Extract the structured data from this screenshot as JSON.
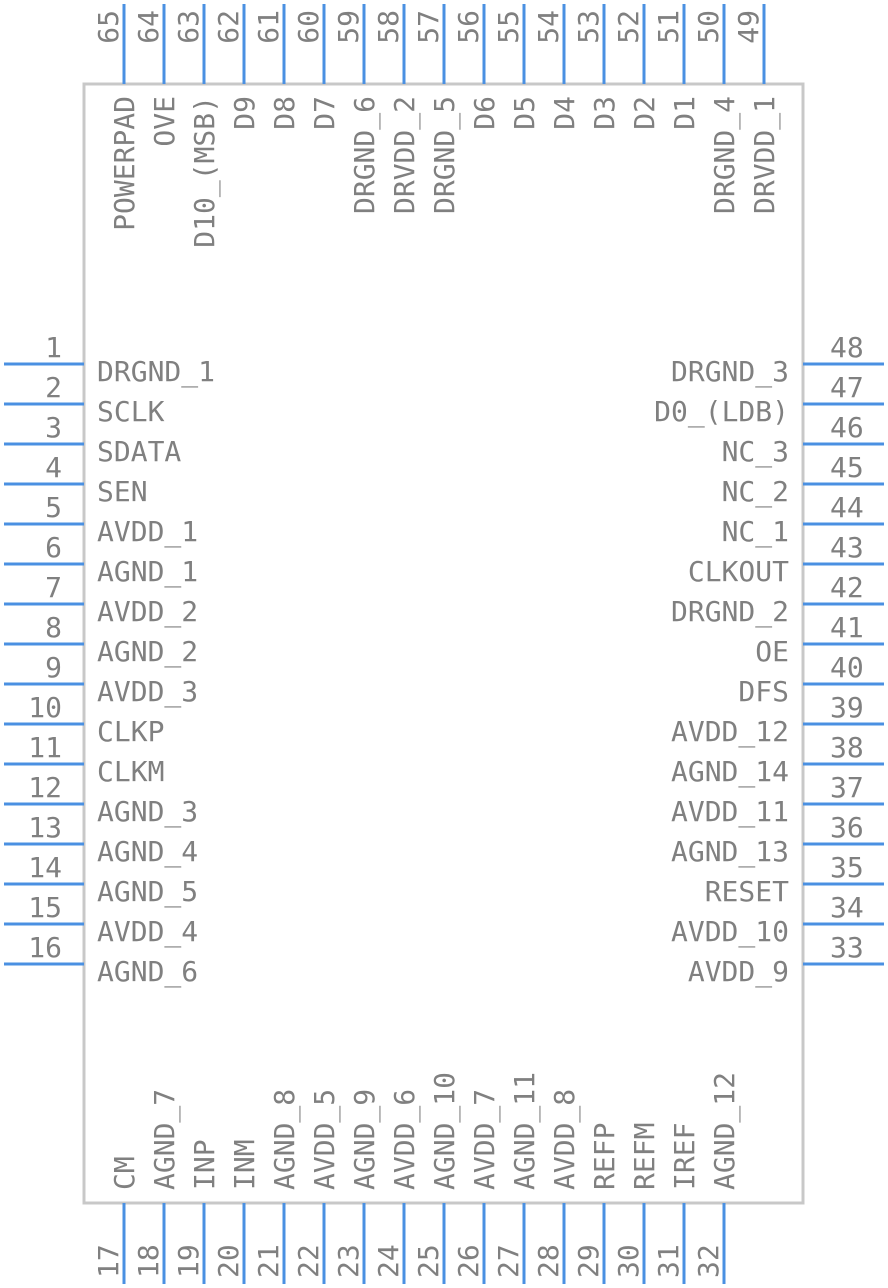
{
  "colors": {
    "pin": "#4a90e2",
    "text": "#808080",
    "body_outline": "#c8c8c8",
    "background": "#ffffff"
  },
  "left_pins": [
    {
      "num": "1",
      "name": "DRGND_1"
    },
    {
      "num": "2",
      "name": "SCLK"
    },
    {
      "num": "3",
      "name": "SDATA"
    },
    {
      "num": "4",
      "name": "SEN"
    },
    {
      "num": "5",
      "name": "AVDD_1"
    },
    {
      "num": "6",
      "name": "AGND_1"
    },
    {
      "num": "7",
      "name": "AVDD_2"
    },
    {
      "num": "8",
      "name": "AGND_2"
    },
    {
      "num": "9",
      "name": "AVDD_3"
    },
    {
      "num": "10",
      "name": "CLKP"
    },
    {
      "num": "11",
      "name": "CLKM"
    },
    {
      "num": "12",
      "name": "AGND_3"
    },
    {
      "num": "13",
      "name": "AGND_4"
    },
    {
      "num": "14",
      "name": "AGND_5"
    },
    {
      "num": "15",
      "name": "AVDD_4"
    },
    {
      "num": "16",
      "name": "AGND_6"
    }
  ],
  "bottom_pins": [
    {
      "num": "17",
      "name": "CM"
    },
    {
      "num": "18",
      "name": "AGND_7"
    },
    {
      "num": "19",
      "name": "INP"
    },
    {
      "num": "20",
      "name": "INM"
    },
    {
      "num": "21",
      "name": "AGND_8"
    },
    {
      "num": "22",
      "name": "AVDD_5"
    },
    {
      "num": "23",
      "name": "AGND_9"
    },
    {
      "num": "24",
      "name": "AVDD_6"
    },
    {
      "num": "25",
      "name": "AGND_10"
    },
    {
      "num": "26",
      "name": "AVDD_7"
    },
    {
      "num": "27",
      "name": "AGND_11"
    },
    {
      "num": "28",
      "name": "AVDD_8"
    },
    {
      "num": "29",
      "name": "REFP"
    },
    {
      "num": "30",
      "name": "REFM"
    },
    {
      "num": "31",
      "name": "IREF"
    },
    {
      "num": "32",
      "name": "AGND_12"
    }
  ],
  "right_pins": [
    {
      "num": "33",
      "name": "AVDD_9"
    },
    {
      "num": "34",
      "name": "AVDD_10"
    },
    {
      "num": "35",
      "name": "RESET"
    },
    {
      "num": "36",
      "name": "AGND_13"
    },
    {
      "num": "37",
      "name": "AVDD_11"
    },
    {
      "num": "38",
      "name": "AGND_14"
    },
    {
      "num": "39",
      "name": "AVDD_12"
    },
    {
      "num": "40",
      "name": "DFS"
    },
    {
      "num": "41",
      "name": "OE"
    },
    {
      "num": "42",
      "name": "DRGND_2"
    },
    {
      "num": "43",
      "name": "CLKOUT"
    },
    {
      "num": "44",
      "name": "NC_1"
    },
    {
      "num": "45",
      "name": "NC_2"
    },
    {
      "num": "46",
      "name": "NC_3"
    },
    {
      "num": "47",
      "name": "D0_(LDB)"
    },
    {
      "num": "48",
      "name": "DRGND_3"
    }
  ],
  "top_pins": [
    {
      "num": "49",
      "name": "DRVDD_1"
    },
    {
      "num": "50",
      "name": "DRGND_4"
    },
    {
      "num": "51",
      "name": "D1"
    },
    {
      "num": "52",
      "name": "D2"
    },
    {
      "num": "53",
      "name": "D3"
    },
    {
      "num": "54",
      "name": "D4"
    },
    {
      "num": "55",
      "name": "D5"
    },
    {
      "num": "56",
      "name": "D6"
    },
    {
      "num": "57",
      "name": "DRGND_5"
    },
    {
      "num": "58",
      "name": "DRVDD_2"
    },
    {
      "num": "59",
      "name": "DRGND_6"
    },
    {
      "num": "60",
      "name": "D7"
    },
    {
      "num": "61",
      "name": "D8"
    },
    {
      "num": "62",
      "name": "D9"
    },
    {
      "num": "63",
      "name": "D10_(MSB)"
    },
    {
      "num": "64",
      "name": "OVE"
    },
    {
      "num": "65",
      "name": "POWERPAD"
    }
  ]
}
